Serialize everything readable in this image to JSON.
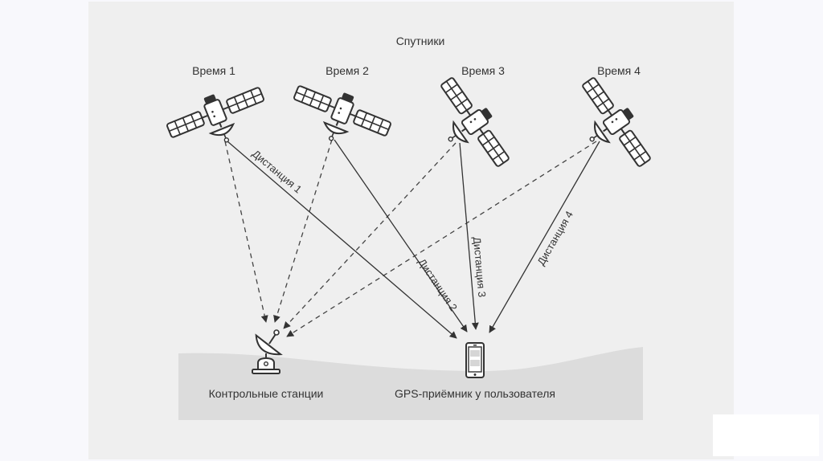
{
  "diagram": {
    "title": "Спутники",
    "satellites": [
      {
        "label": "Время 1",
        "distance_label": "Дистанция 1"
      },
      {
        "label": "Время 2",
        "distance_label": "Дистанция 2"
      },
      {
        "label": "Время 3",
        "distance_label": "Дистанция 3"
      },
      {
        "label": "Время 4",
        "distance_label": "Дистанция 4"
      }
    ],
    "ground": {
      "control_stations_label": "Контрольные станции",
      "receiver_label": "GPS-приёмник у пользователя"
    }
  },
  "colors": {
    "panel": "#efefef",
    "ground": "#dcdcdc",
    "stroke": "#333333",
    "page": "#f8f8fc"
  }
}
